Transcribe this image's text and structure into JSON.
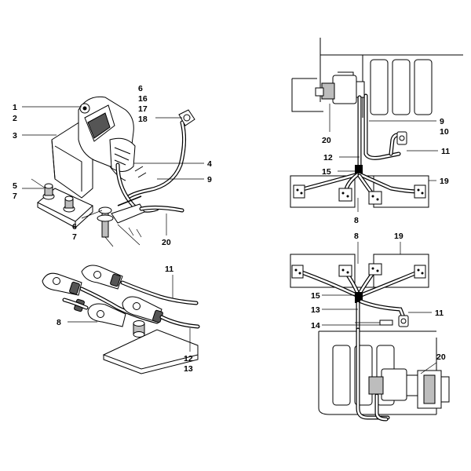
{
  "diagram": {
    "panels": [
      {
        "id": "switch-assembly",
        "labels": [
          "1",
          "2",
          "3",
          "5",
          "7",
          "6",
          "7",
          "6",
          "16",
          "17",
          "18",
          "4",
          "9",
          "20"
        ]
      },
      {
        "id": "cable-leads",
        "labels": [
          "11",
          "8",
          "12",
          "13"
        ]
      },
      {
        "id": "harness-upper-view",
        "labels": [
          "9",
          "10",
          "20",
          "12",
          "11",
          "15",
          "19",
          "8"
        ]
      },
      {
        "id": "harness-lower-view",
        "labels": [
          "8",
          "19",
          "15",
          "13",
          "11",
          "14",
          "20"
        ]
      }
    ]
  }
}
